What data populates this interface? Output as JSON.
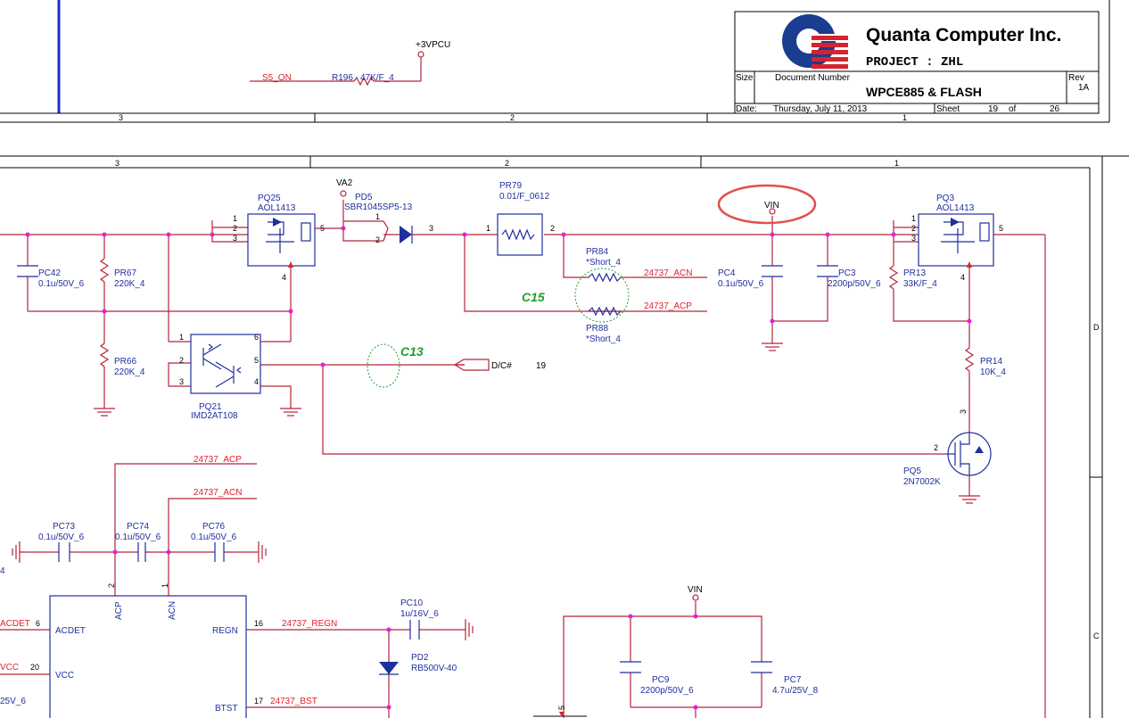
{
  "title_block": {
    "company": "Quanta Computer Inc.",
    "project": "PROJECT : ZHL",
    "size_label": "Size",
    "doc_number_label": "Document Number",
    "rev_label": "Rev",
    "rev_value": "1A",
    "doc_title": "WPCE885 & FLASH",
    "date_label": "Date:",
    "date_value": "Thursday, July 11, 2013",
    "sheet_label": "Sheet",
    "sheet_value": "19",
    "of_label": "of",
    "total_sheets": "26",
    "brand_colors": {
      "logo_blue": "#1a3d8f",
      "logo_red": "#d4242f"
    }
  },
  "zones": {
    "top": [
      "3",
      "2",
      "1"
    ],
    "main": [
      "3",
      "2",
      "1"
    ],
    "side": [
      "D",
      "C"
    ]
  },
  "nets": {
    "rail_3v": "+3VPCU",
    "s5_on": "S5_ON",
    "va2": "VA2",
    "vin": "VIN",
    "vin_lower": "VIN",
    "dc": "D/C#",
    "dc_page": "19",
    "acn": "24737_ACN",
    "acp": "24737_ACP",
    "acp2": "24737_ACP",
    "acn2": "24737_ACN",
    "regn": "24737_REGN",
    "bst": "24737_BST",
    "acdet": "ACDET",
    "vcc": "VCC",
    "left_frag_4": "4",
    "left_frag_25v": "25V_6"
  },
  "components": {
    "r196": {
      "ref": "R196",
      "value": "47K/F_4"
    },
    "pq25": {
      "ref": "PQ25",
      "value": "AOL1413"
    },
    "pd5": {
      "ref": "PD5",
      "value": "SBR1045SP5-13"
    },
    "pr79": {
      "ref": "PR79",
      "value": "0.01/F_0612"
    },
    "pq3": {
      "ref": "PQ3",
      "value": "AOL1413"
    },
    "pc42": {
      "ref": "PC42",
      "value": "0.1u/50V_6"
    },
    "pr67": {
      "ref": "PR67",
      "value": "220K_4"
    },
    "pr66": {
      "ref": "PR66",
      "value": "220K_4"
    },
    "pq21": {
      "ref": "PQ21",
      "value": "IMD2AT108"
    },
    "pr84": {
      "ref": "PR84",
      "value": "*Short_4"
    },
    "pr88": {
      "ref": "PR88",
      "value": "*Short_4"
    },
    "pc4": {
      "ref": "PC4",
      "value": "0.1u/50V_6"
    },
    "pc3": {
      "ref": "PC3",
      "value": "2200p/50V_6"
    },
    "pr13": {
      "ref": "PR13",
      "value": "33K/F_4"
    },
    "pr14": {
      "ref": "PR14",
      "value": "10K_4"
    },
    "pq5": {
      "ref": "PQ5",
      "value": "2N7002K"
    },
    "pc73": {
      "ref": "PC73",
      "value": "0.1u/50V_6"
    },
    "pc74": {
      "ref": "PC74",
      "value": "0.1u/50V_6"
    },
    "pc76": {
      "ref": "PC76",
      "value": "0.1u/50V_6"
    },
    "pc10": {
      "ref": "PC10",
      "value": "1u/16V_6"
    },
    "pd2": {
      "ref": "PD2",
      "value": "RB500V-40"
    },
    "pc9": {
      "ref": "PC9",
      "value": "2200p/50V_6"
    },
    "pc7": {
      "ref": "PC7",
      "value": "4.7u/25V_8"
    }
  },
  "annotations": {
    "c13": "C13",
    "c15": "C15"
  },
  "ic": {
    "acp": "ACP",
    "acn": "ACN",
    "acdet": "ACDET",
    "vcc": "VCC",
    "regn": "REGN",
    "btst": "BTST",
    "pin_acp": "2",
    "pin_acn": "1",
    "pin_acdet": "6",
    "pin_vcc": "20",
    "pin_regn": "16",
    "pin_bst": "17"
  },
  "pins": {
    "pq25": [
      "1",
      "2",
      "3",
      "5",
      "4"
    ],
    "pd5": [
      "1",
      "2",
      "3"
    ],
    "pr79": [
      "1",
      "2"
    ],
    "pq3": [
      "1",
      "2",
      "3",
      "5",
      "4"
    ],
    "pq21": [
      "1",
      "2",
      "3",
      "6",
      "5",
      "4"
    ],
    "pq5": [
      "3",
      "2"
    ],
    "pc9_5": "5"
  }
}
